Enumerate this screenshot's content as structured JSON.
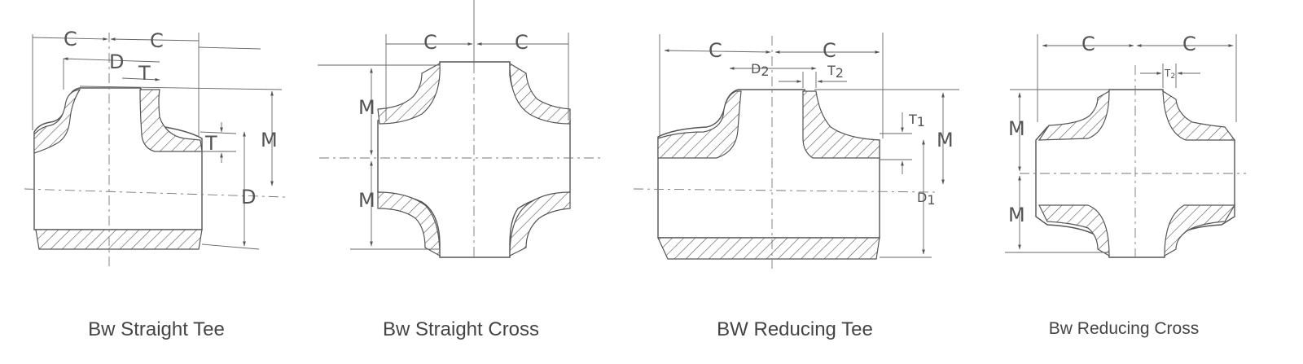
{
  "figures": [
    {
      "caption": "Bw Straight Tee",
      "labels": {
        "c_left": "C",
        "c_right": "C",
        "d_top": "D",
        "t_top": "T",
        "t_side": "T",
        "m": "M",
        "d_side": "D"
      }
    },
    {
      "caption": "Bw Straight Cross",
      "labels": {
        "c_left": "C",
        "c_right": "C",
        "m_top": "M",
        "m_bottom": "M"
      }
    },
    {
      "caption": "BW Reducing Tee",
      "labels": {
        "c_left": "C",
        "c_right": "C",
        "d2": "D",
        "d2_sub": "2",
        "t2": "T",
        "t2_sub": "2",
        "t1": "T",
        "t1_sub": "1",
        "m": "M",
        "d1": "D",
        "d1_sub": "1"
      }
    },
    {
      "caption": "Bw Reducing Cross",
      "labels": {
        "c_left": "C",
        "c_right": "C",
        "t2": "T",
        "t2_sub": "2",
        "m_top": "M",
        "m_bottom": "M"
      }
    }
  ],
  "colors": {
    "line": "#555555",
    "text": "#444444"
  }
}
